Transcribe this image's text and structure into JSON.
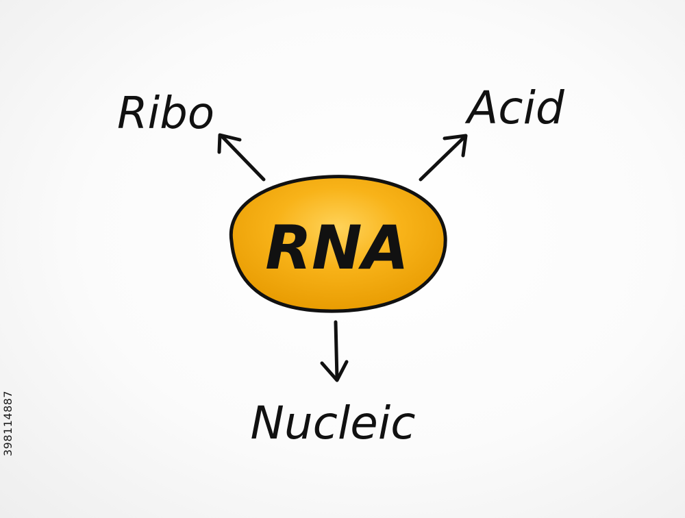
{
  "center": {
    "label": "RNA",
    "fill_color": "#F5A400",
    "stroke_color": "#111111"
  },
  "branches": [
    {
      "label": "Ribo"
    },
    {
      "label": "Acid"
    },
    {
      "label": "Nucleic"
    }
  ],
  "watermark": {
    "stock_id": "398114887"
  }
}
